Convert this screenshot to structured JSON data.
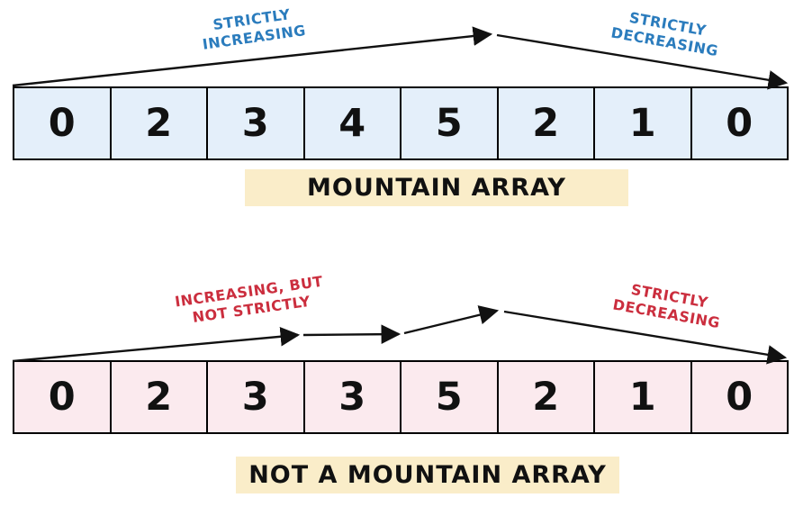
{
  "colors": {
    "blue": "#2b7cbd",
    "red": "#cb2e3e",
    "cell_blue": "#e4effa",
    "cell_pink": "#fbeaee",
    "label_bg": "#faedc9",
    "arrow": "#111111"
  },
  "mountain": {
    "values": [
      "0",
      "2",
      "3",
      "4",
      "5",
      "2",
      "1",
      "0"
    ],
    "caption": "MOUNTAIN ARRAY",
    "increasing_label": {
      "line1": "STRICTLY",
      "line2": "INCREASING"
    },
    "decreasing_label": {
      "line1": "STRICTLY",
      "line2": "DECREASING"
    }
  },
  "not_mountain": {
    "values": [
      "0",
      "2",
      "3",
      "3",
      "5",
      "2",
      "1",
      "0"
    ],
    "caption": "NOT A MOUNTAIN ARRAY",
    "increasing_label": {
      "line1": "INCREASING, BUT",
      "line2": "NOT STRICTLY"
    },
    "decreasing_label": {
      "line1": "STRICTLY",
      "line2": "DECREASING"
    }
  }
}
